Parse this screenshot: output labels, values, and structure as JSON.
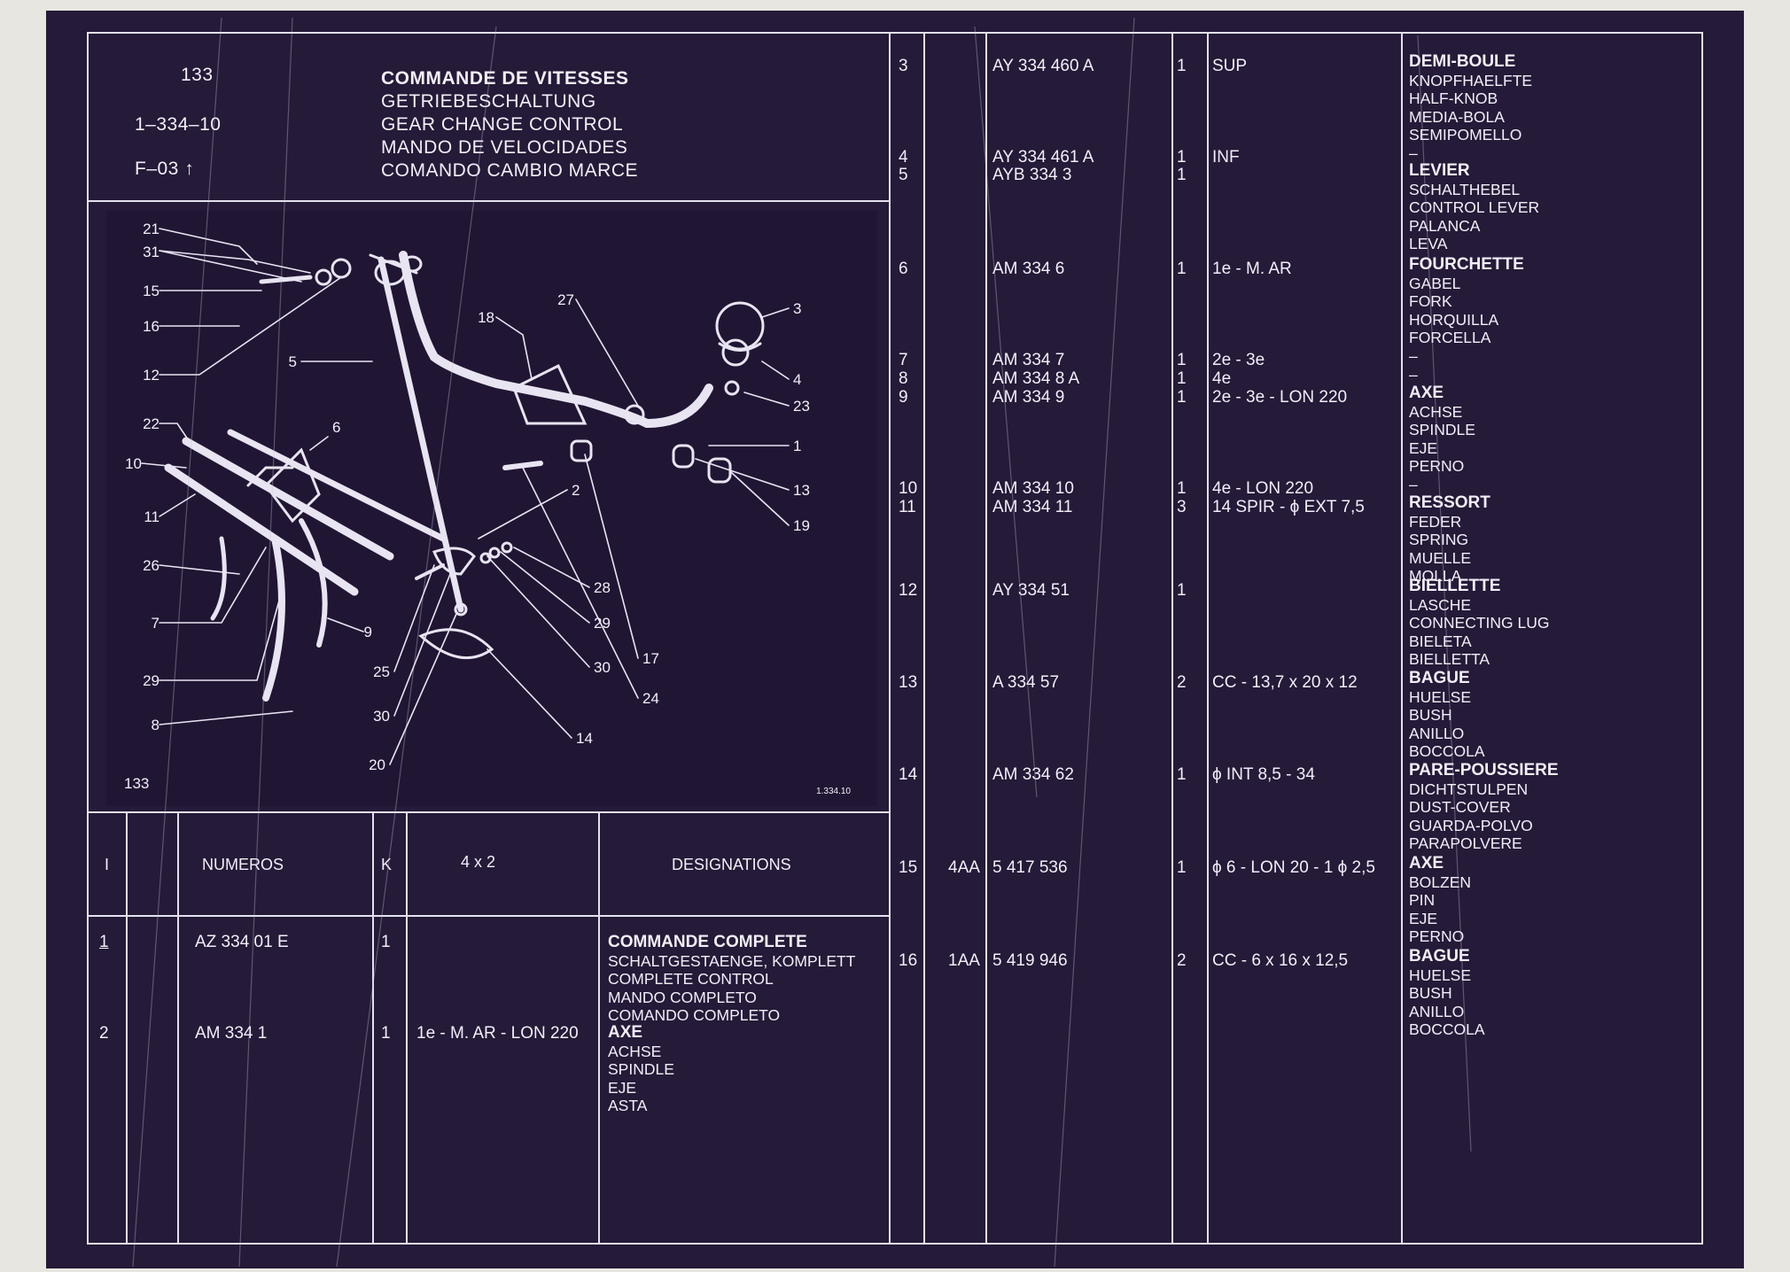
{
  "header": {
    "page_number": "133",
    "reference": "1–334–10",
    "location": "F–03",
    "titles": [
      "COMMANDE DE VITESSES",
      "GETRIEBESCHALTUNG",
      "GEAR CHANGE CONTROL",
      "MANDO DE VELOCIDADES",
      "COMANDO CAMBIO MARCE"
    ]
  },
  "diagram": {
    "page_label": "133",
    "figure_ref": "1.334.10",
    "callouts": [
      "21",
      "31",
      "15",
      "16",
      "12",
      "5",
      "22",
      "6",
      "10",
      "11",
      "26",
      "7",
      "29",
      "8",
      "27",
      "18",
      "3",
      "4",
      "23",
      "1",
      "2",
      "13",
      "19",
      "28",
      "29",
      "17",
      "24",
      "25",
      "30",
      "30",
      "14",
      "20",
      "9"
    ]
  },
  "columns": {
    "i": "I",
    "numeros": "NUMEROS",
    "k": "K",
    "variant": "4 x 2",
    "designations": "DESIGNATIONS"
  },
  "left_rows": [
    {
      "i": "1",
      "num": "AZ 334   01  E",
      "k": "1",
      "spec": "",
      "desc": [
        "COMMANDE COMPLETE",
        "SCHALTGESTAENGE, KOMPLETT",
        "COMPLETE CONTROL",
        "MANDO COMPLETO",
        "COMANDO COMPLETO"
      ]
    },
    {
      "i": "2",
      "num": "AM  334     1",
      "k": "1",
      "spec": "1e - M. AR - LON 220",
      "desc": [
        "AXE",
        "ACHSE",
        "SPINDLE",
        "EJE",
        "ASTA"
      ]
    }
  ],
  "right_rows": [
    {
      "i": "3",
      "code": "",
      "num": "AY  334  460  A",
      "k": "1",
      "spec": "SUP",
      "desc": [
        "DEMI-BOULE",
        "KNOPFHAELFTE",
        "HALF-KNOB",
        "MEDIA-BOLA",
        "SEMIPOMELLO"
      ]
    },
    {
      "i": "4",
      "code": "",
      "num": "AY  334  461  A",
      "k": "1",
      "spec": "INF",
      "desc": [
        "–"
      ]
    },
    {
      "i": "5",
      "code": "",
      "num": "AYB  334     3",
      "k": "1",
      "spec": "",
      "desc": [
        "LEVIER",
        "SCHALTHEBEL",
        "CONTROL LEVER",
        "PALANCA",
        "LEVA"
      ]
    },
    {
      "i": "6",
      "code": "",
      "num": "AM  334     6",
      "k": "1",
      "spec": "1e - M. AR",
      "desc": [
        "FOURCHETTE",
        "GABEL",
        "FORK",
        "HORQUILLA",
        "FORCELLA"
      ]
    },
    {
      "i": "7",
      "code": "",
      "num": "AM  334     7",
      "k": "1",
      "spec": "2e - 3e",
      "desc": [
        "–"
      ]
    },
    {
      "i": "8",
      "code": "",
      "num": "AM  334     8  A",
      "k": "1",
      "spec": "4e",
      "desc": [
        "–"
      ]
    },
    {
      "i": "9",
      "code": "",
      "num": "AM  334     9",
      "k": "1",
      "spec": "2e - 3e - LON 220",
      "desc": [
        "AXE",
        "ACHSE",
        "SPINDLE",
        "EJE",
        "PERNO"
      ]
    },
    {
      "i": "10",
      "code": "",
      "num": "AM  334   10",
      "k": "1",
      "spec": "4e - LON 220",
      "desc": [
        "–"
      ]
    },
    {
      "i": "11",
      "code": "",
      "num": "AM  334   11",
      "k": "3",
      "spec": "14 SPIR - ϕ EXT 7,5",
      "desc": [
        "RESSORT",
        "FEDER",
        "SPRING",
        "MUELLE",
        "MOLLA"
      ]
    },
    {
      "i": "12",
      "code": "",
      "num": "AY  334   51",
      "k": "1",
      "spec": "",
      "desc": [
        "BIELLETTE",
        "LASCHE",
        "CONNECTING LUG",
        "BIELETA",
        "BIELLETTA"
      ]
    },
    {
      "i": "13",
      "code": "",
      "num": "A  334   57",
      "k": "2",
      "spec": "CC - 13,7 x 20 x 12",
      "desc": [
        "BAGUE",
        "HUELSE",
        "BUSH",
        "ANILLO",
        "BOCCOLA"
      ]
    },
    {
      "i": "14",
      "code": "",
      "num": "AM  334   62",
      "k": "1",
      "spec": "ϕ  INT 8,5 - 34",
      "desc": [
        "PARE-POUSSIERE",
        "DICHTSTULPEN",
        "DUST-COVER",
        "GUARDA-POLVO",
        "PARAPOLVERE"
      ]
    },
    {
      "i": "15",
      "code": "4AA",
      "num": "5  417  536",
      "k": "1",
      "spec": "ϕ  6 - LON 20 - 1 ϕ 2,5",
      "desc": [
        "AXE",
        "BOLZEN",
        "PIN",
        "EJE",
        "PERNO"
      ]
    },
    {
      "i": "16",
      "code": "1AA",
      "num": "5  419  946",
      "k": "2",
      "spec": "CC - 6 x 16 x 12,5",
      "desc": [
        "BAGUE",
        "HUELSE",
        "BUSH",
        "ANILLO",
        "BOCCOLA"
      ]
    }
  ]
}
